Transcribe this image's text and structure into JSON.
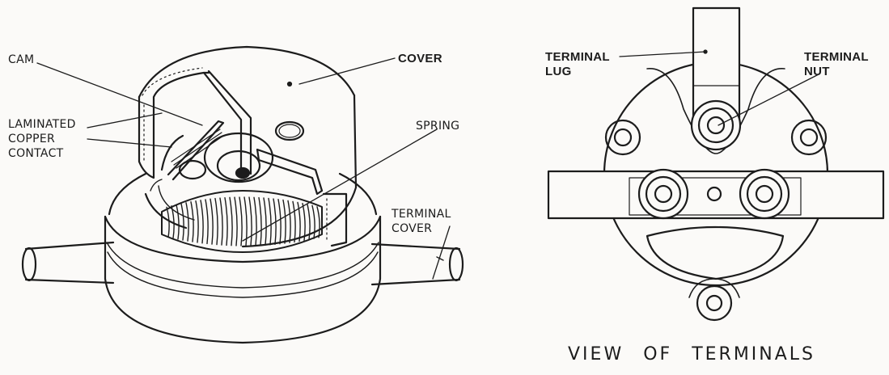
{
  "left_view": {
    "labels": {
      "cam": "CAM",
      "cover": "COVER",
      "laminated_line1": "LAMINATED",
      "laminated_line2": "COPPER",
      "laminated_line3": "CONTACT",
      "spring": "SPRING",
      "terminal_cover_line1": "TERMINAL",
      "terminal_cover_line2": "COVER"
    }
  },
  "right_view": {
    "labels": {
      "terminal_lug_line1": "TERMINAL",
      "terminal_lug_line2": "LUG",
      "terminal_nut_line1": "TERMINAL",
      "terminal_nut_line2": "NUT"
    },
    "caption_words": [
      "VIEW",
      "OF",
      "TERMINALS"
    ]
  },
  "colors": {
    "ink": "#1c1c1c",
    "paper": "#fbfaf8"
  }
}
